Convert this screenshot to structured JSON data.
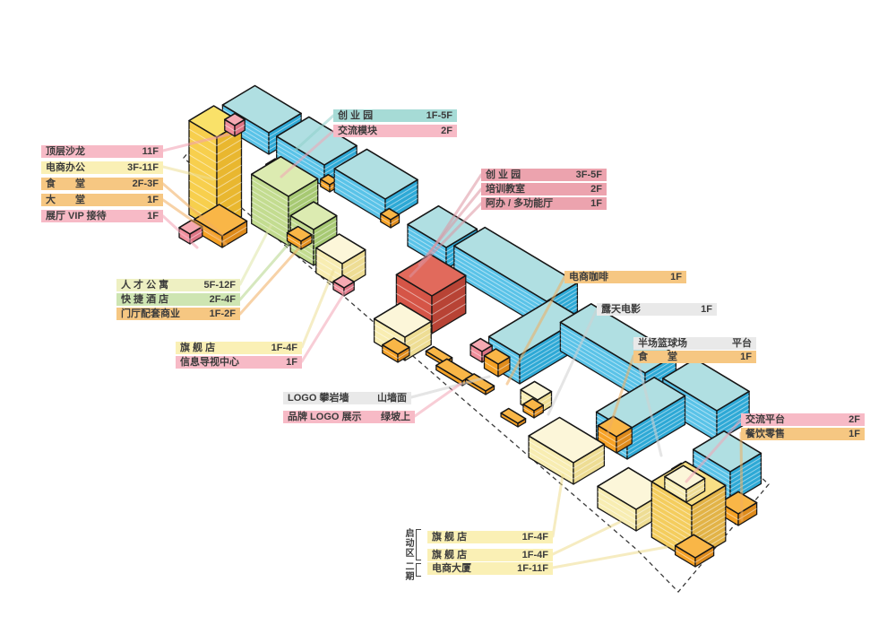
{
  "diagram_type": "axonometric-masterplan",
  "colors": {
    "bar_pink": "#f7bac6",
    "bar_dusty_pink": "#eca3ae",
    "bar_cream": "#faf0b5",
    "bar_orange": "#f6c782",
    "bar_teal": "#a6dbd6",
    "bar_green": "#cee5b2",
    "bar_pale_green": "#eef0c2",
    "bar_gray": "#e9e9e9",
    "building_blue": "#5ac3e8",
    "building_yellow": "#f7cf4d",
    "building_green": "#c3dc90",
    "building_cream": "#f8edb2",
    "building_gold": "#f4cd5e",
    "building_orange": "#f5a125",
    "building_red": "#d55547",
    "building_pink": "#f08e9b",
    "text": "#3c3c3c"
  },
  "labels": {
    "top_salon": {
      "name": "顶层沙龙",
      "value": "11F"
    },
    "ecommerce_office": {
      "name": "电商办公",
      "value": "3F-11F"
    },
    "canteen_a": {
      "name": "食　　堂",
      "value": "2F-3F"
    },
    "lobby": {
      "name": "大　　堂",
      "value": "1F"
    },
    "vip_reception": {
      "name": "展厅 VIP 接待",
      "value": "1F"
    },
    "startup_park_a": {
      "name": "创 业 园",
      "value": "1F-5F"
    },
    "exchange_module": {
      "name": "交流模块",
      "value": "2F"
    },
    "startup_park_b": {
      "name": "创 业 园",
      "value": "3F-5F"
    },
    "training_room": {
      "name": "培训教室",
      "value": "2F"
    },
    "multi_hall": {
      "name": "阿办 / 多功能厅",
      "value": "1F"
    },
    "talent_apartment": {
      "name": "人 才 公 寓",
      "value": "5F-12F"
    },
    "express_hotel": {
      "name": "快 捷 酒 店",
      "value": "2F-4F"
    },
    "lobby_retail": {
      "name": "门厅配套商业",
      "value": "1F-2F"
    },
    "flagship_a": {
      "name": "旗 舰 店",
      "value": "1F-4F"
    },
    "info_center": {
      "name": "信息导视中心",
      "value": "1F"
    },
    "logo_wall": {
      "name": "LOGO 攀岩墙",
      "value": "山墙面"
    },
    "brand_logo": {
      "name": "品牌 LOGO 展示",
      "value": "绿坡上"
    },
    "ecommerce_cafe": {
      "name": "电商咖啡",
      "value": "1F"
    },
    "open_cinema": {
      "name": "露天电影",
      "value": "1F"
    },
    "basketball": {
      "name": "半场篮球场",
      "value": "平台"
    },
    "canteen_b": {
      "name": "食　　堂",
      "value": "1F"
    },
    "exchange_platform": {
      "name": "交流平台",
      "value": "2F"
    },
    "dining_retail": {
      "name": "餐饮零售",
      "value": "1F"
    },
    "flagship_b": {
      "name": "旗 舰 店",
      "value": "1F-4F"
    },
    "flagship_c": {
      "name": "旗 舰 店",
      "value": "1F-4F"
    },
    "ecommerce_tower": {
      "name": "电商大厦",
      "value": "1F-11F"
    }
  },
  "phases": {
    "phase_start": "启动区",
    "phase_two": "二期"
  }
}
